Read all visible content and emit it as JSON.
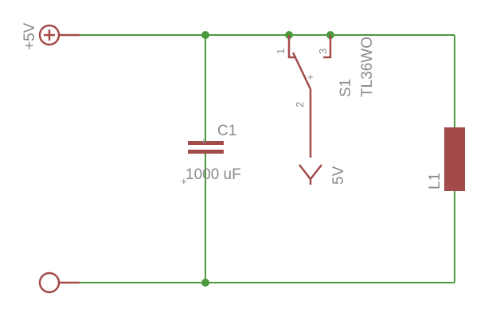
{
  "colors": {
    "wire": "#4a9a3d",
    "component": "#a34b4b",
    "text": "#8a8a8a",
    "background": "#ffffff"
  },
  "supply": {
    "label": "+5V"
  },
  "capacitor": {
    "name": "C1",
    "value": "1000 uF",
    "polarity": "+"
  },
  "switch": {
    "name": "S1",
    "part": "TL36WO",
    "pins": [
      "1",
      "2",
      "3"
    ],
    "polarity": "+"
  },
  "output": {
    "label": "5V"
  },
  "inductor": {
    "name": "L1"
  }
}
